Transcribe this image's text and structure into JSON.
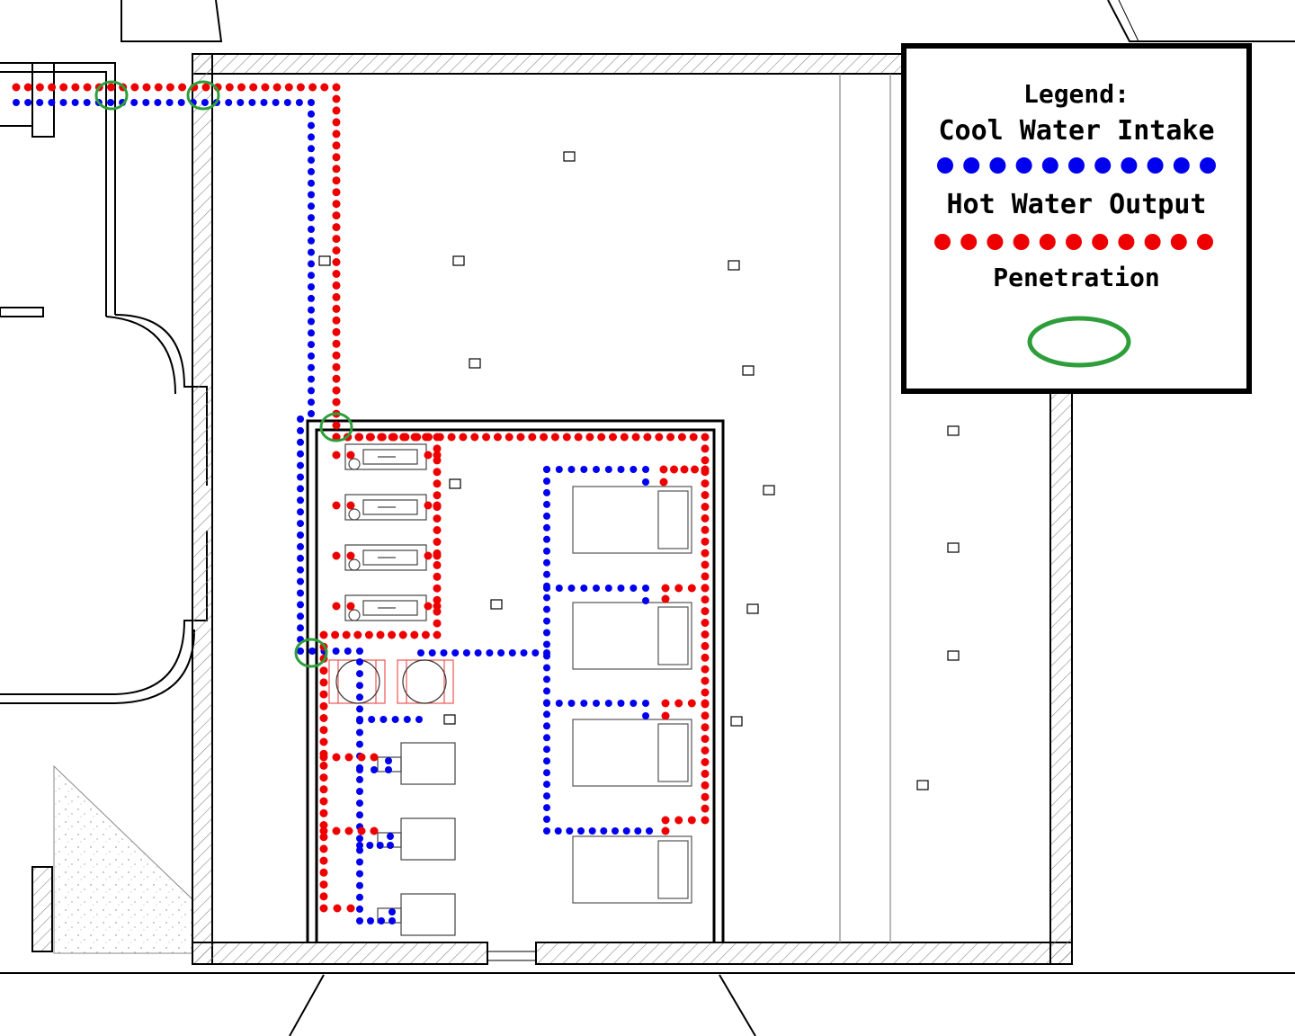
{
  "legend": {
    "title": "Legend:",
    "cool_water": {
      "label": "Cool Water Intake",
      "color": "#0000ee"
    },
    "hot_water": {
      "label": "Hot Water Output",
      "color": "#ee0000"
    },
    "penetration": {
      "label": "Penetration",
      "color": "#2e9e3a"
    }
  },
  "colors": {
    "wall": "#000000",
    "fixture": "#555555",
    "hatch": "#888888",
    "tank_outline": "#ee5555"
  },
  "icons": [
    "water-heater-icon",
    "tank-icon",
    "fixture-icon",
    "washer-icon",
    "bed-icon"
  ]
}
